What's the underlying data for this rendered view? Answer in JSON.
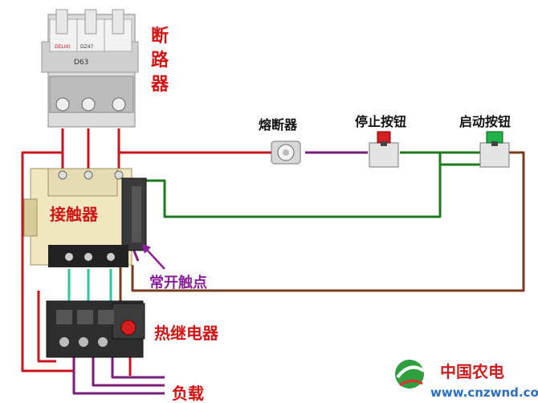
{
  "labels": {
    "breaker": [
      "断",
      "路",
      "器"
    ],
    "fuse": "熔断器",
    "stop_button": "停止按钮",
    "start_button": "启动按钮",
    "contactor": "接触器",
    "no_contact": "常开触点",
    "thermal_relay": "热继电器",
    "load": "负载",
    "breaker_brand": "DELIXI",
    "breaker_model": "DZ47",
    "breaker_rating": "D63"
  },
  "watermark": {
    "name": "中国农电",
    "url": "www.cnzwnd.com"
  },
  "colors": {
    "wire_red": "#c8141e",
    "wire_green": "#1e7a1e",
    "wire_purple": "#7a1e7a",
    "wire_brown": "#7a3c1e",
    "wire_cyan": "#28c8a0",
    "label_red": "#d21414",
    "label_purple": "#8a1f9a"
  }
}
